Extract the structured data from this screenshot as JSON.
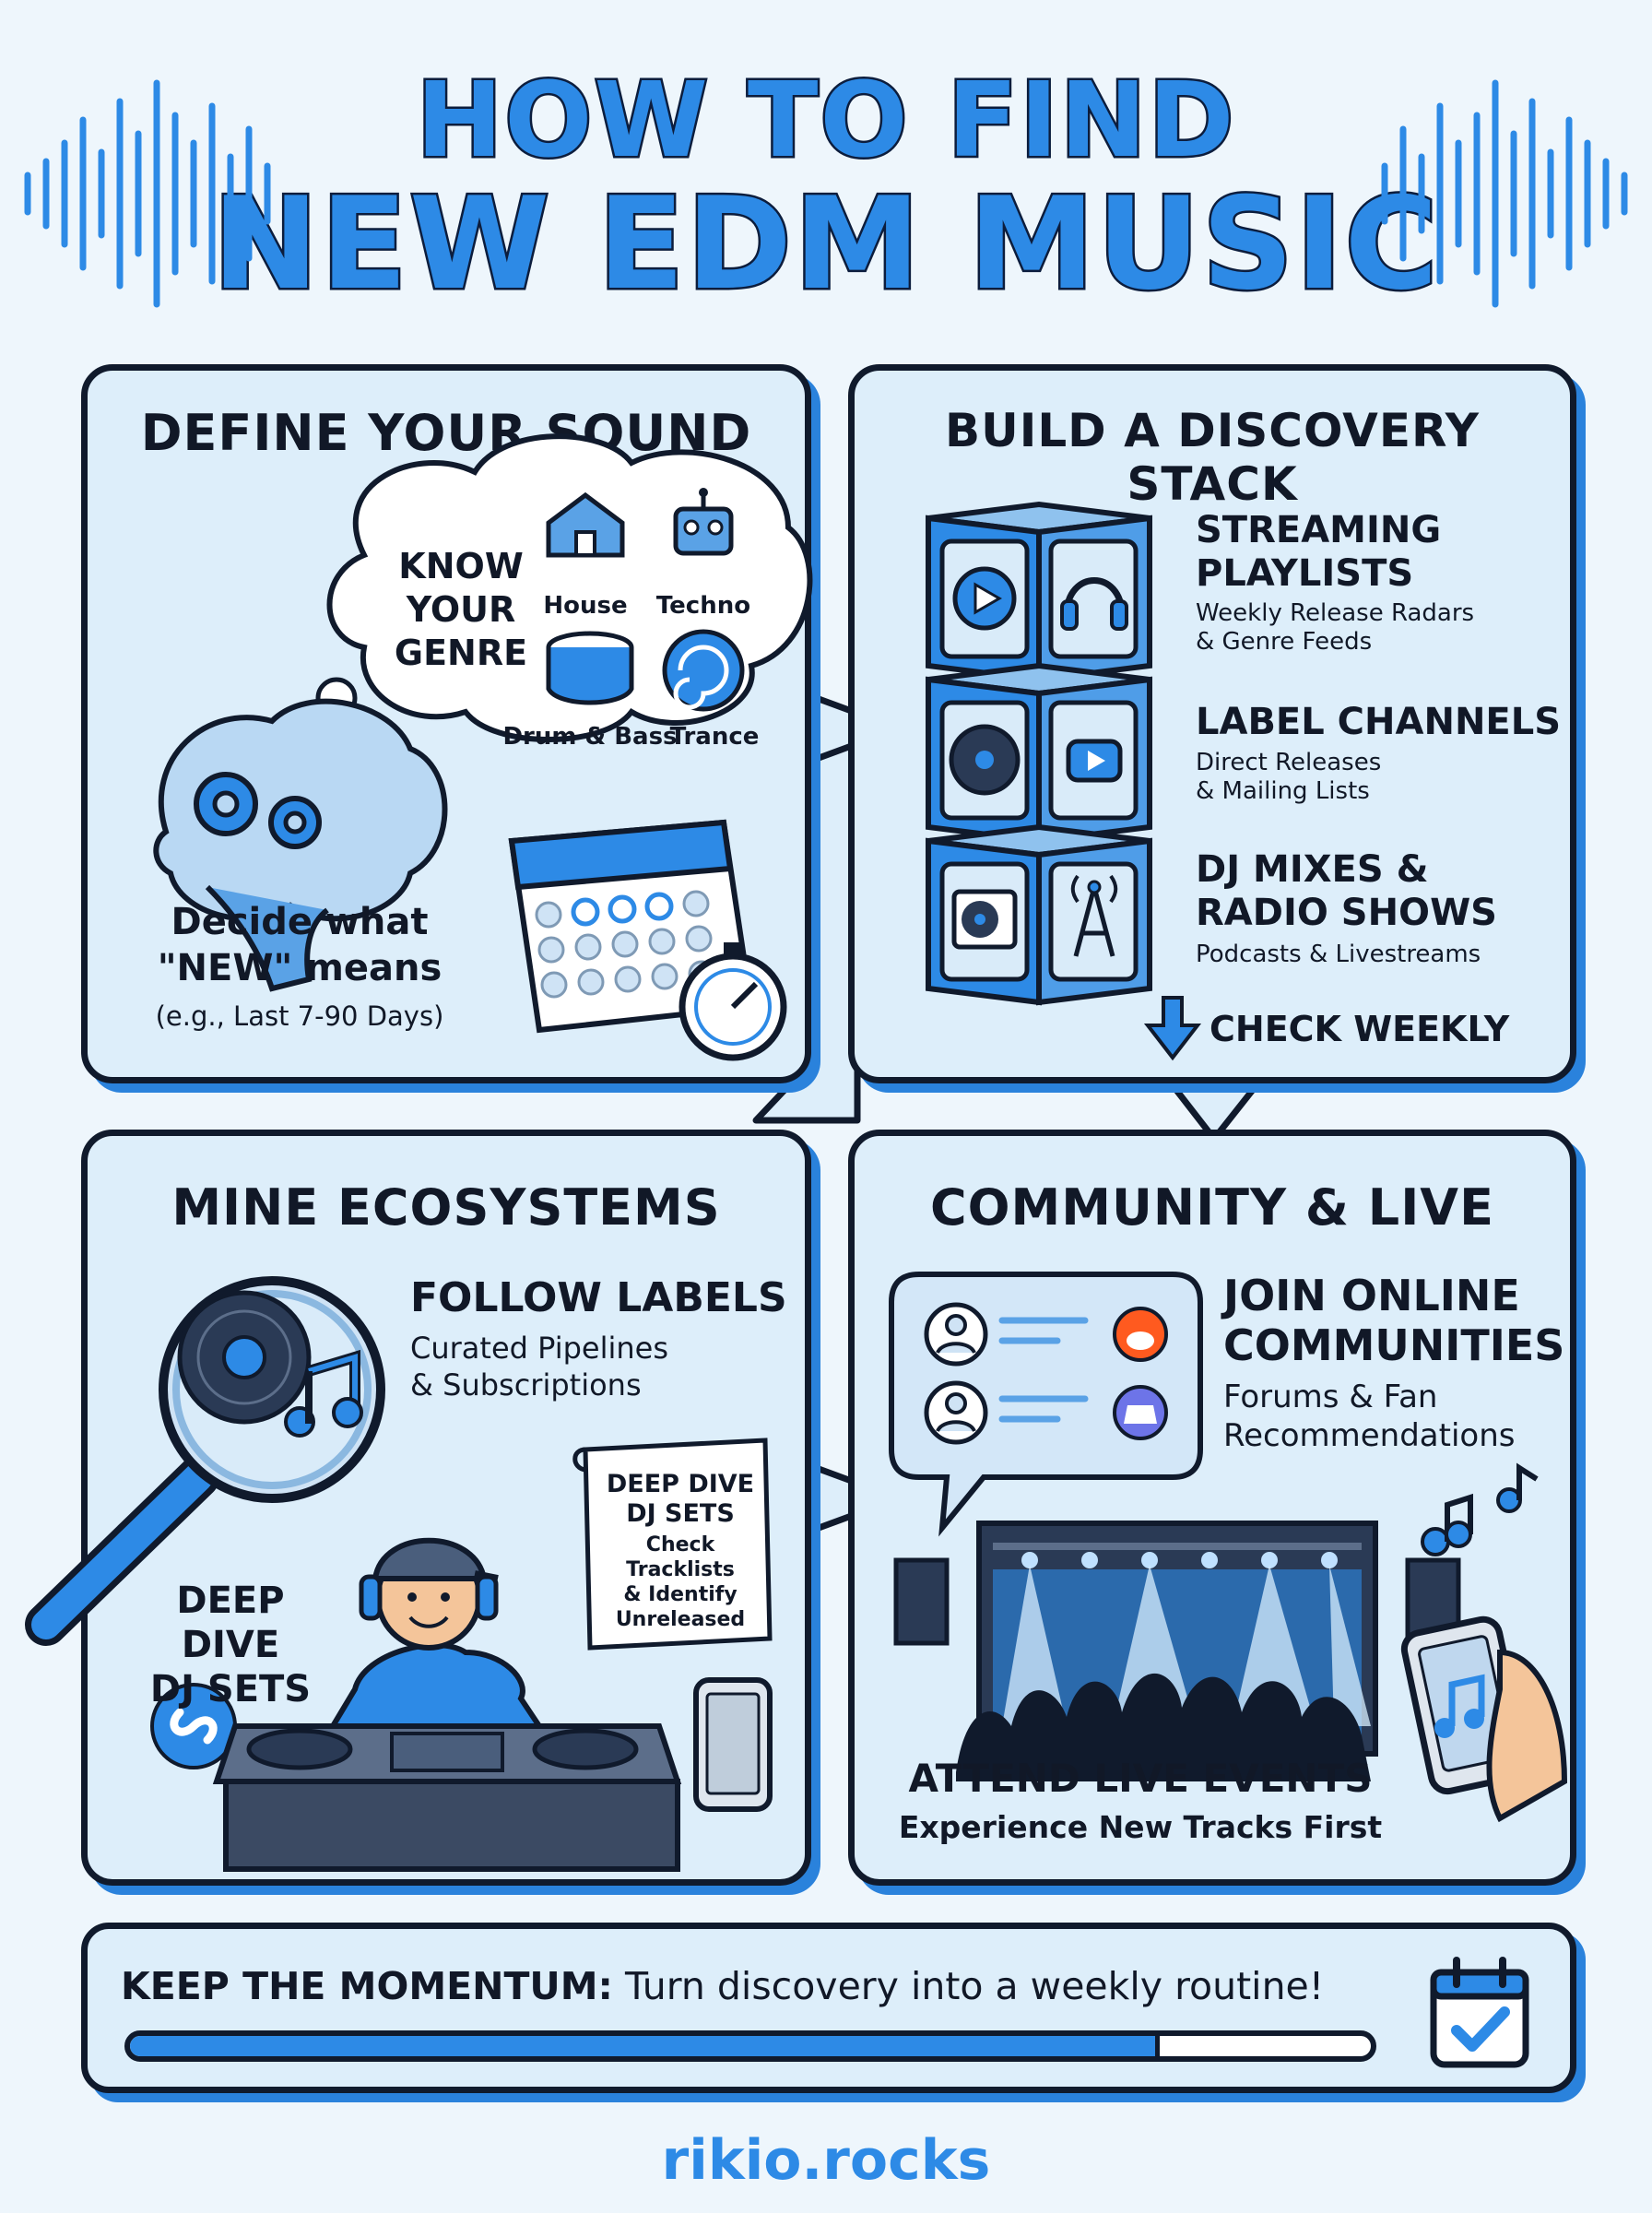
{
  "title": {
    "line1": "HOW TO FIND",
    "line2": "NEW EDM MUSIC"
  },
  "colors": {
    "accent": "#2d8ae6",
    "ink": "#101a2c",
    "panel": "#ddeefa",
    "background": "#eef6fc",
    "shadow": "#2a82dc"
  },
  "panels": {
    "define": {
      "heading": "DEFINE YOUR SOUND",
      "bubble": {
        "heading_lines": [
          "KNOW",
          "YOUR",
          "GENRE"
        ],
        "genres": [
          "House",
          "Techno",
          "Drum & Bass",
          "Trance"
        ]
      },
      "decide": {
        "line1": "Decide what",
        "line2": "\"NEW\" means",
        "line3": "(e.g., Last 7-90 Days)"
      },
      "icons": [
        "brain-gears-icon",
        "house-icon",
        "robot-icon",
        "drum-icon",
        "spiral-icon",
        "calendar-icon",
        "stopwatch-icon"
      ]
    },
    "stack": {
      "heading": "BUILD A DISCOVERY STACK",
      "items": [
        {
          "title_lines": [
            "STREAMING",
            "PLAYLISTS"
          ],
          "sub_lines": [
            "Weekly Release Radars",
            "& Genre Feeds"
          ],
          "icons": [
            "play-icon",
            "headphones-icon"
          ]
        },
        {
          "title_lines": [
            "LABEL CHANNELS"
          ],
          "sub_lines": [
            "Direct Releases",
            "& Mailing Lists"
          ],
          "icons": [
            "vinyl-icon",
            "video-play-icon"
          ]
        },
        {
          "title_lines": [
            "DJ MIXES &",
            "RADIO SHOWS"
          ],
          "sub_lines": [
            "Podcasts & Livestreams"
          ],
          "icons": [
            "turntable-icon",
            "radio-tower-icon"
          ]
        }
      ],
      "check": "CHECK WEEKLY"
    },
    "mine": {
      "heading": "MINE ECOSYSTEMS",
      "follow": {
        "title": "FOLLOW LABELS",
        "sub_lines": [
          "Curated Pipelines",
          "& Subscriptions"
        ]
      },
      "scroll": {
        "title_lines": [
          "DEEP DIVE",
          "DJ SETS"
        ],
        "sub_lines": [
          "Check",
          "Tracklists",
          "& Identify",
          "Unreleased"
        ]
      },
      "deep_dive": [
        "DEEP DIVE",
        "DJ SETS"
      ],
      "icons": [
        "magnifier-vinyl-icon",
        "shazam-icon",
        "dj-icon",
        "phone-icon"
      ]
    },
    "community": {
      "heading": "COMMUNITY & LIVE",
      "join": {
        "title_lines": [
          "JOIN ONLINE",
          "COMMUNITIES"
        ],
        "sub_lines": [
          "Forums & Fan",
          "Recommendations"
        ]
      },
      "live": {
        "title": "ATTEND LIVE EVENTS",
        "sub": "Experience New Tracks First"
      },
      "icons": [
        "chat-bubble-icon",
        "reddit-icon",
        "discord-icon",
        "stage-icon",
        "music-notes-icon",
        "phone-music-icon"
      ]
    }
  },
  "momentum": {
    "label": "KEEP THE MOMENTUM:",
    "text": " Turn discovery into a weekly routine!",
    "progress": 0.83
  },
  "footer": "rikio.rocks"
}
